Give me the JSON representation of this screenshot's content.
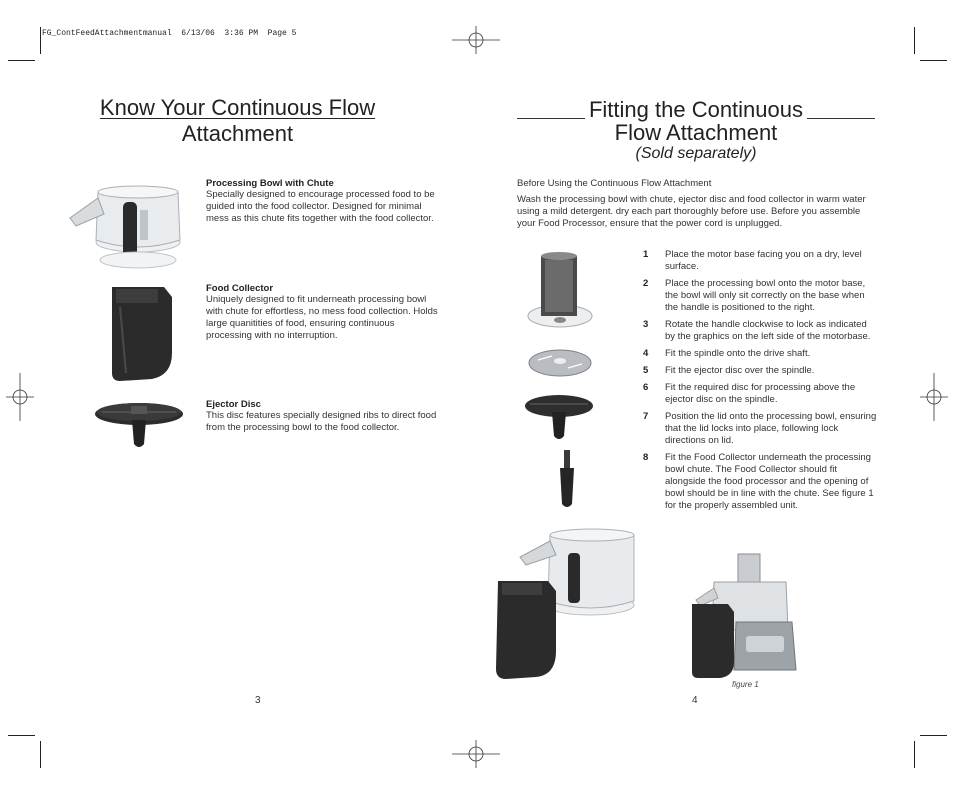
{
  "slug": "FG_ContFeedAttachmentmanual  6/13/06  3:36 PM  Page 5",
  "left_page": {
    "title_line1": "Know Your Continuous Flow",
    "title_line2": "Attachment",
    "items": [
      {
        "title": "Processing Bowl with Chute",
        "body": "Specially designed to encourage processed food to be guided into the food collector. Designed for minimal mess as this chute fits together with the food collector."
      },
      {
        "title": "Food Collector",
        "body": "Uniquely designed to fit underneath processing bowl with chute for effortless, no mess food collection. Holds large quanitities of food, ensuring continuous processing with no interruption."
      },
      {
        "title": "Ejector Disc",
        "body": "This disc features specially designed ribs to direct food from the processing bowl to the food collector."
      }
    ],
    "page_number": "3"
  },
  "right_page": {
    "title_line1": "Fitting the Continuous",
    "title_line2": "Flow Attachment",
    "subtitle": "(Sold separately)",
    "section_title": "Before Using the Continuous Flow Attachment",
    "intro": "Wash the processing bowl with chute, ejector disc and food collector in warm water using a mild detergent. dry each part thoroughly before use. Before  you assemble your Food Processor, ensure that the power cord is unplugged.",
    "steps": [
      {
        "n": "1",
        "text": "Place the motor base facing you on a dry, level surface."
      },
      {
        "n": "2",
        "text": "Place the processing bowl onto the motor base, the bowl will only sit correctly on the base when the handle is positioned to the right."
      },
      {
        "n": "3",
        "text": "Rotate the handle clockwise to lock as indicated by the graphics on the left side of the motorbase."
      },
      {
        "n": "4",
        "text": "Fit the spindle onto the drive shaft."
      },
      {
        "n": "5",
        "text": "Fit the ejector disc over the spindle."
      },
      {
        "n": "6",
        "text": "Fit the required disc for  processing above the ejector disc on the spindle."
      },
      {
        "n": "7",
        "text": "Position the lid onto the processing bowl, ensuring that the lid locks into place, following lock directions on lid."
      },
      {
        "n": "8",
        "text": "Fit the Food Collector underneath the processing bowl chute. The Food Collector should fit alongside the food processor and the opening of bowl should be in line with the chute. See figure 1 for the properly assembled unit."
      }
    ],
    "figure_caption": "figure 1",
    "page_number": "4"
  }
}
